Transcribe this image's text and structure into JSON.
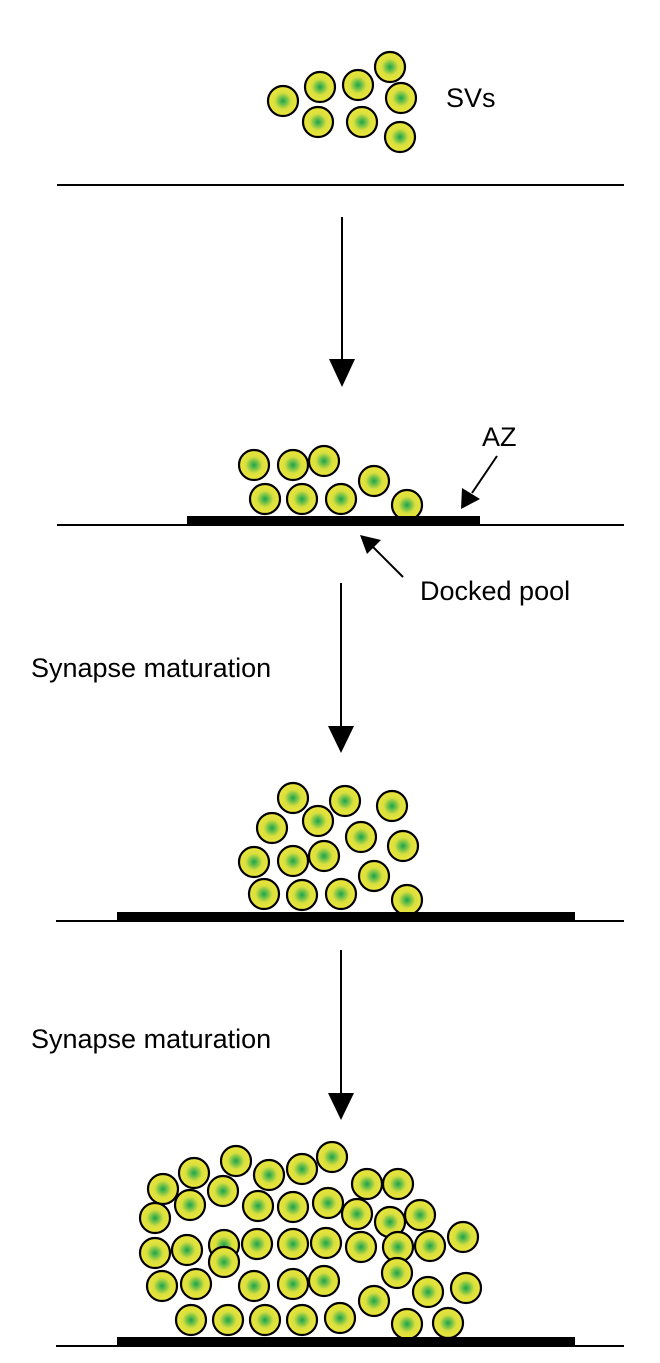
{
  "title": "Synaptic vesicle accumulation during synapse maturation",
  "colors": {
    "vesicle_fill": "#ede63a",
    "vesicle_center": "#1fa24a",
    "vesicle_stroke": "#000000",
    "membrane": "#000000",
    "active_zone": "#000000"
  },
  "labels": {
    "svs": "SVs",
    "az": "AZ",
    "docked_pool": "Docked pool",
    "maturation_1": "Synapse maturation",
    "maturation_2": "Synapse maturation"
  },
  "stages": [
    {
      "name": "free-vesicles",
      "has_active_zone": false,
      "vesicle_count": 8
    },
    {
      "name": "initial-docking",
      "has_active_zone": true,
      "vesicle_count": 8
    },
    {
      "name": "intermediate-maturation",
      "has_active_zone": true,
      "vesicle_count": 15
    },
    {
      "name": "mature-synapse",
      "has_active_zone": true,
      "vesicle_count": 43
    }
  ]
}
